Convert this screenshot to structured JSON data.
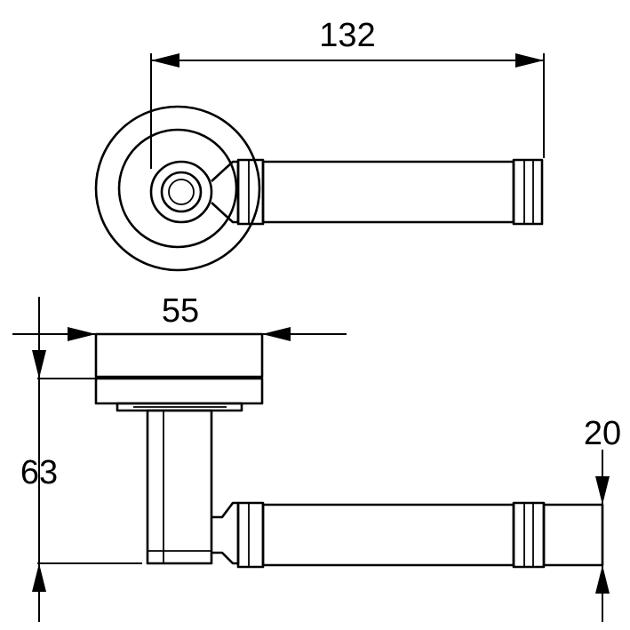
{
  "dimensions": {
    "overall_length": "132",
    "rose_diameter": "55",
    "projection": "63",
    "lever_diameter": "20"
  }
}
